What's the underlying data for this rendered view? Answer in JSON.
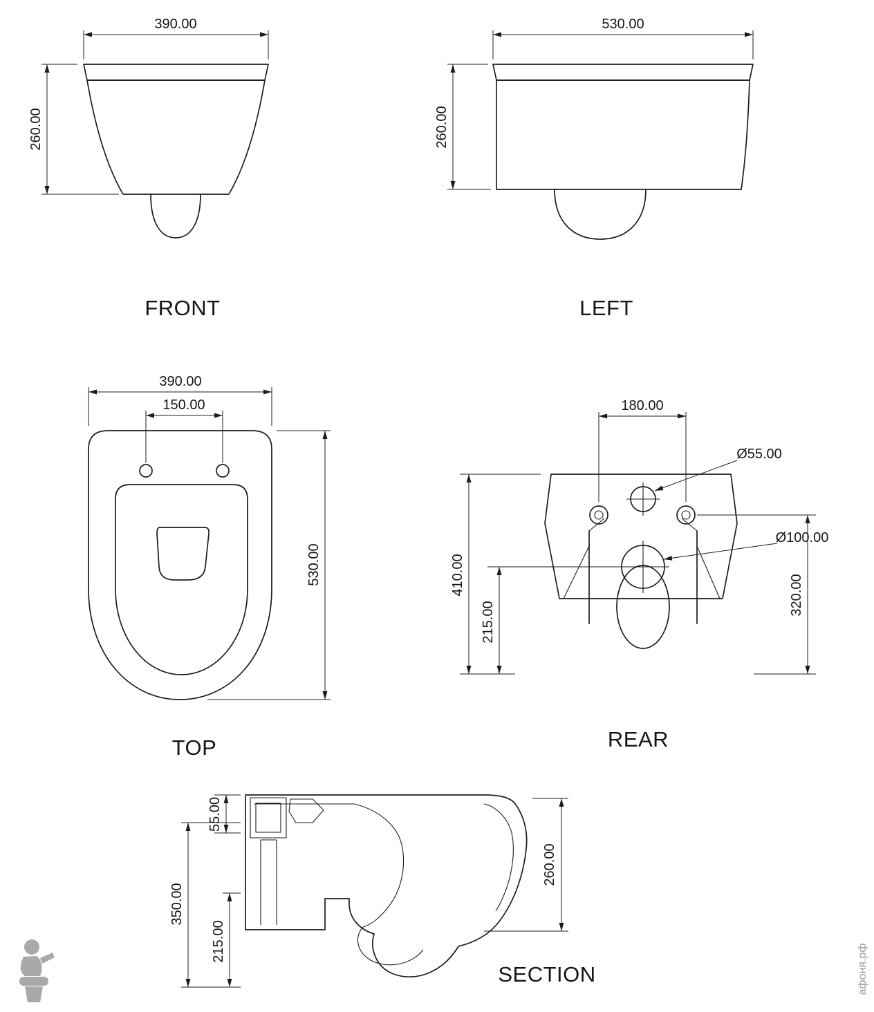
{
  "views": {
    "front": {
      "label": "FRONT",
      "width": "390.00",
      "height": "260.00"
    },
    "left": {
      "label": "LEFT",
      "width": "530.00",
      "height": "260.00"
    },
    "top": {
      "label": "TOP",
      "width": "390.00",
      "hinge_spacing": "150.00",
      "depth": "530.00"
    },
    "rear": {
      "label": "REAR",
      "mount_hole_spacing": "180.00",
      "inlet_diameter": "Ø55.00",
      "outlet_diameter": "Ø100.00",
      "overall_height": "410.00",
      "outlet_center_height": "215.00",
      "mount_hole_height": "320.00"
    },
    "section": {
      "label": "SECTION",
      "rim_thickness": "55.00",
      "overall_height": "350.00",
      "trap_height": "215.00",
      "body_height": "260.00"
    }
  },
  "watermark": {
    "text": "афоня.рф"
  },
  "colors": {
    "line": "#1c1c1c",
    "watermark": "#9b9b9b"
  }
}
